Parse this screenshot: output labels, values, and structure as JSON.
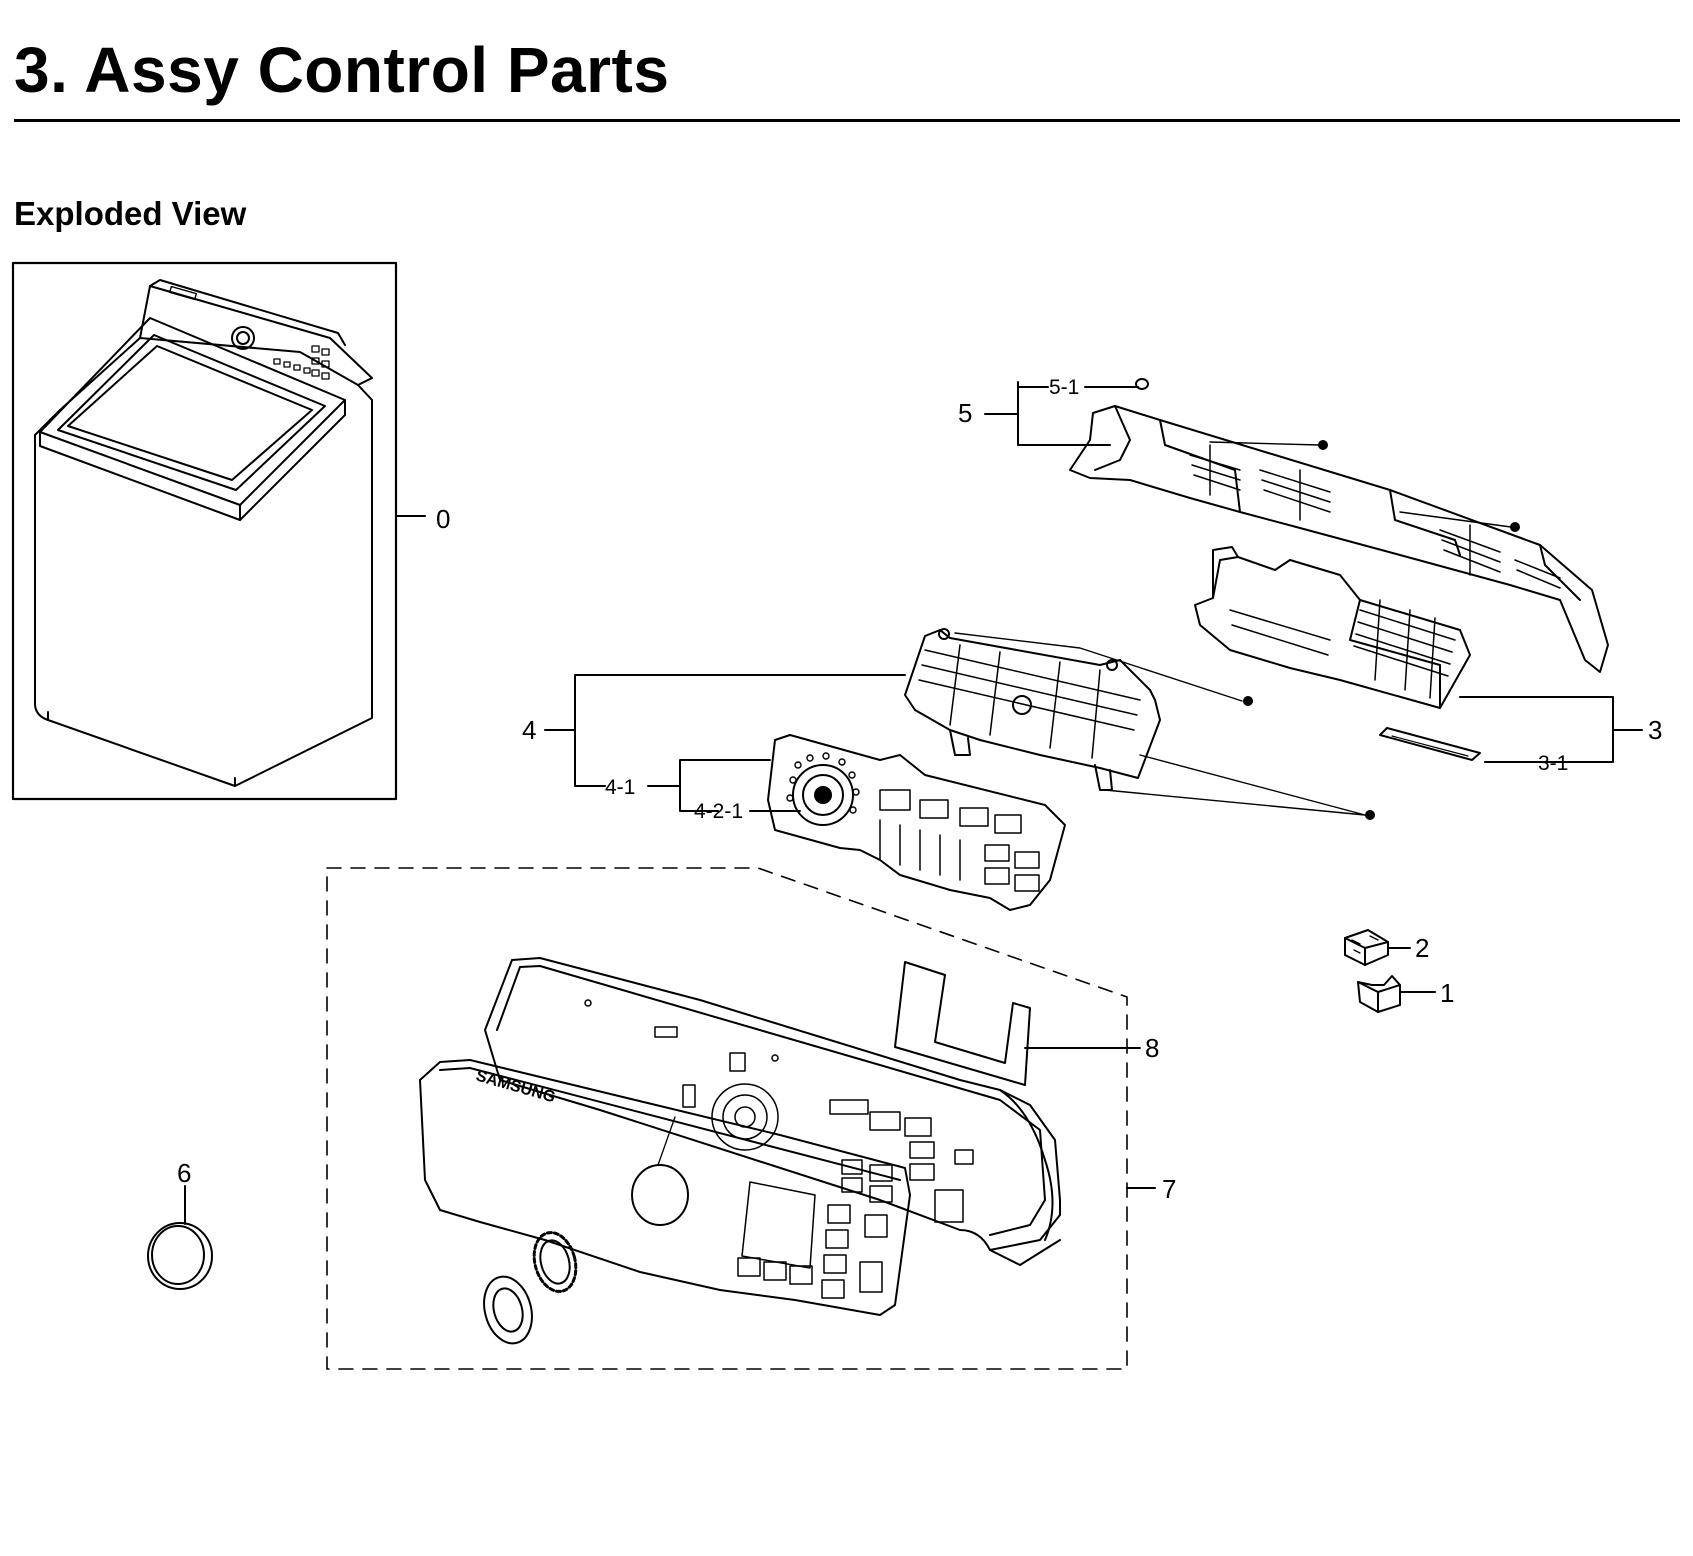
{
  "page": {
    "title": "3.  Assy Control Parts",
    "subtitle": "Exploded View"
  },
  "diagram": {
    "brand_marks": [
      "SAMSUNG"
    ],
    "callouts": [
      {
        "id": "0",
        "label": "0"
      },
      {
        "id": "1",
        "label": "1"
      },
      {
        "id": "2",
        "label": "2"
      },
      {
        "id": "3",
        "label": "3"
      },
      {
        "id": "3-1",
        "label": "3-1"
      },
      {
        "id": "4",
        "label": "4"
      },
      {
        "id": "4-1",
        "label": "4-1"
      },
      {
        "id": "4-2-1",
        "label": "4-2-1"
      },
      {
        "id": "5",
        "label": "5"
      },
      {
        "id": "5-1",
        "label": "5-1"
      },
      {
        "id": "6",
        "label": "6"
      },
      {
        "id": "7",
        "label": "7"
      },
      {
        "id": "8",
        "label": "8"
      }
    ]
  }
}
